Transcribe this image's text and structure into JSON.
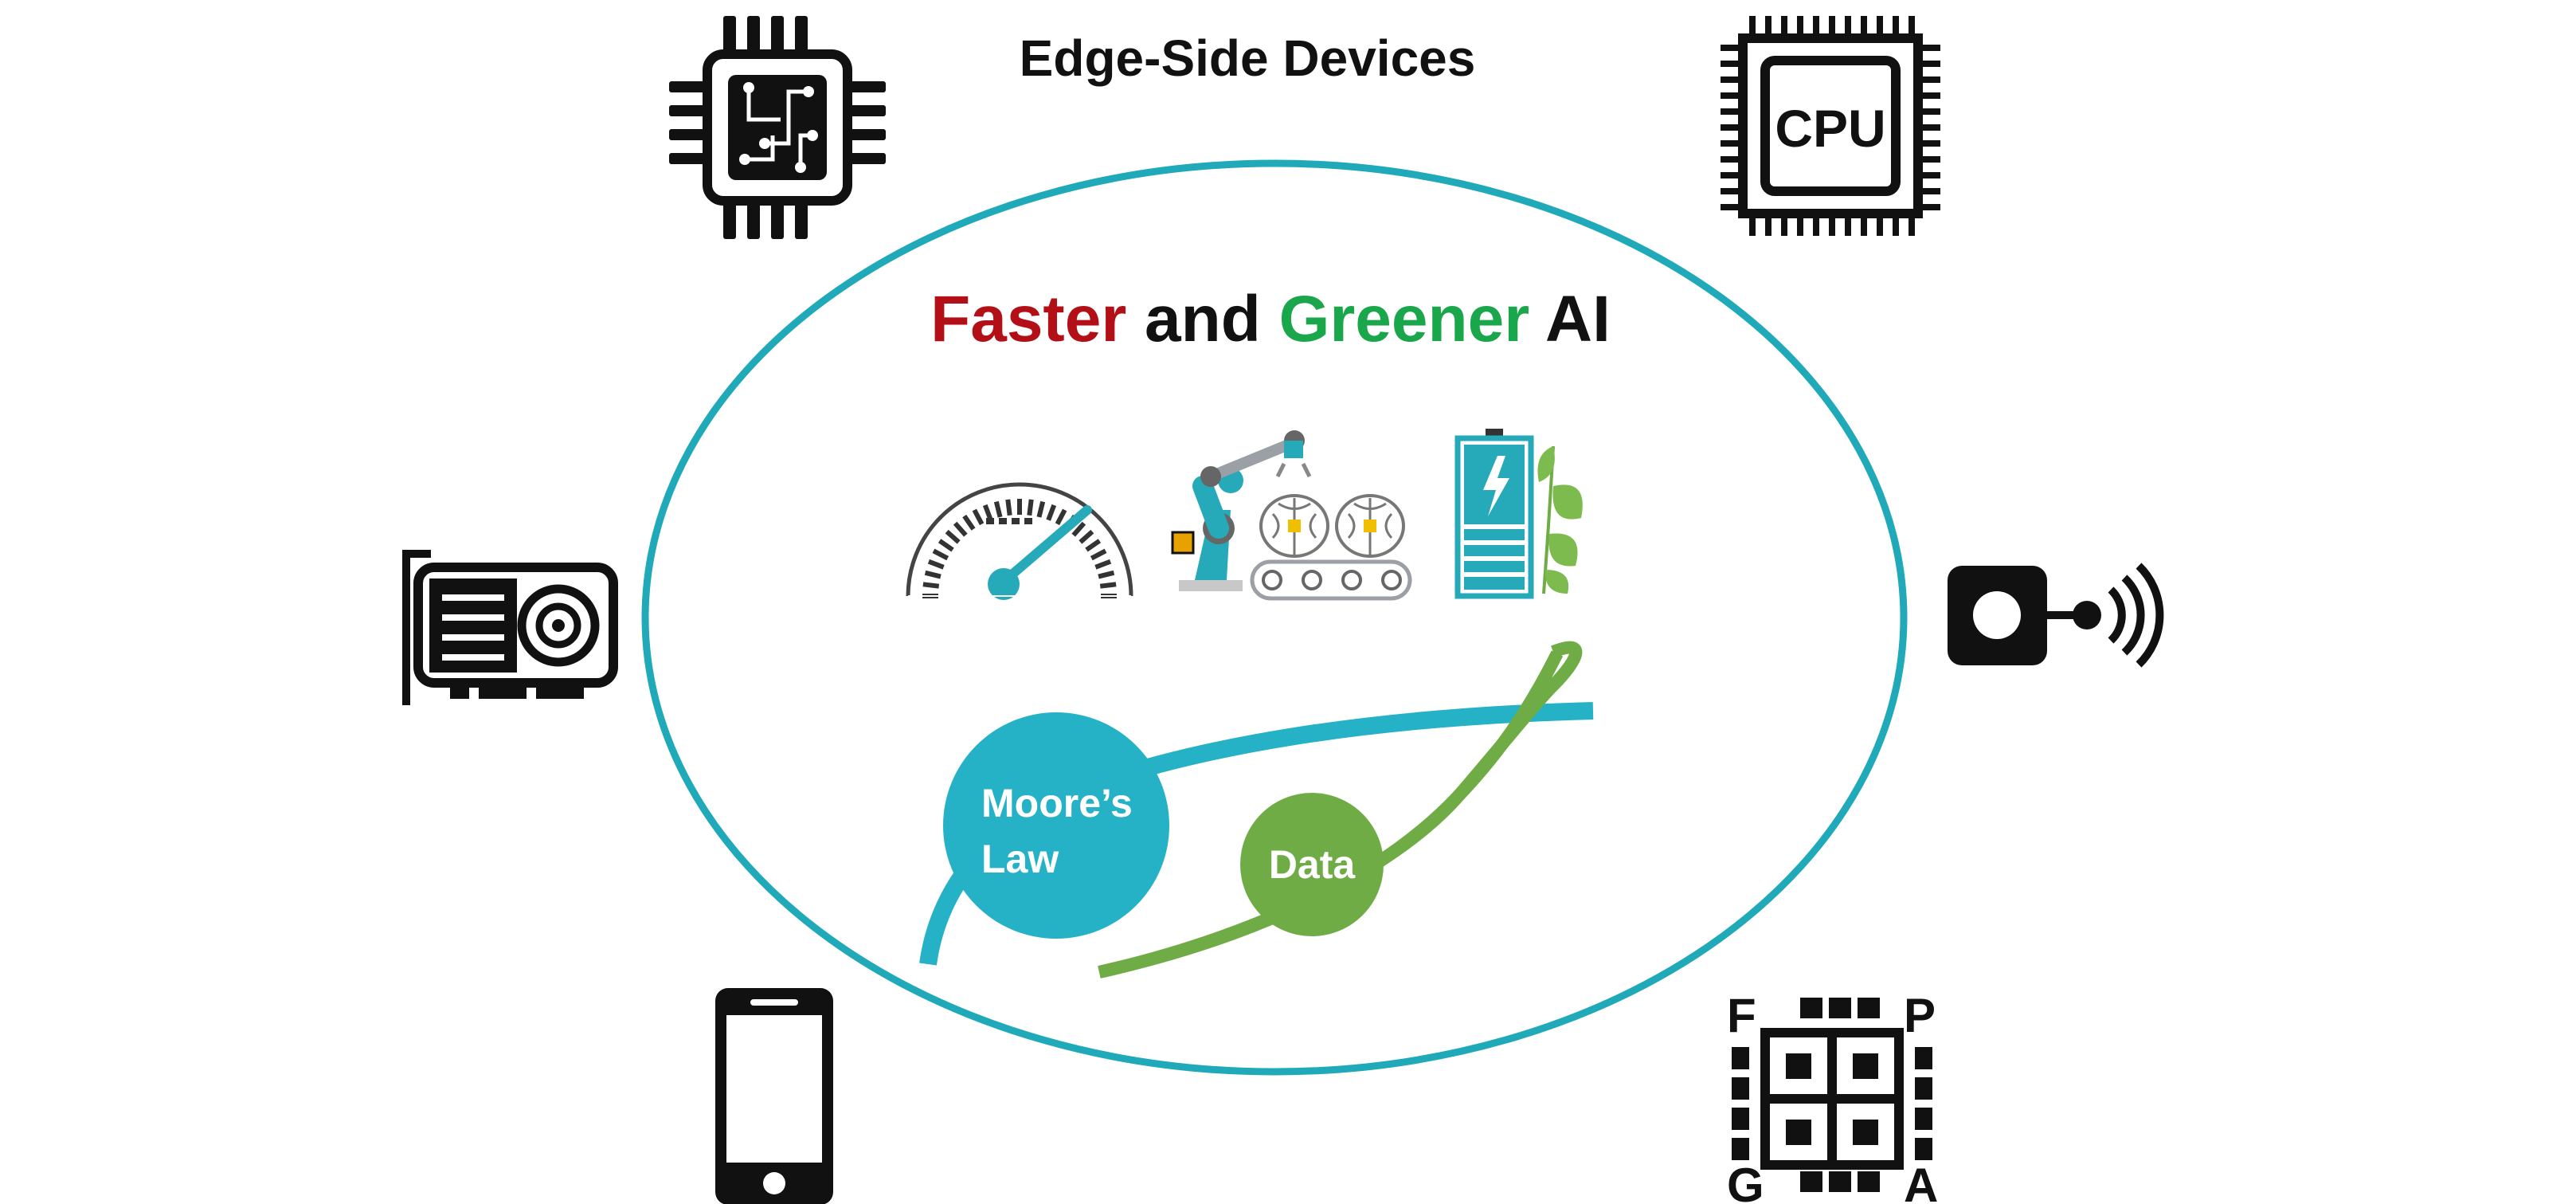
{
  "header": {
    "title": "Edge-Side Devices"
  },
  "center": {
    "title_word1": "Faster",
    "title_word2": " and ",
    "title_word3": "Greener",
    "title_word4": " AI"
  },
  "curves": {
    "moores_law_label_line1": "Moore’s",
    "moores_law_label_line2": "Law",
    "data_label": "Data"
  },
  "icons": {
    "cpu_label": "CPU",
    "fpga_letters": [
      "F",
      "P",
      "G",
      "A"
    ]
  },
  "colors": {
    "red": "#b21016",
    "green": "#1aa64a",
    "teal": "#26b2c6",
    "ellipse": "#1fa9b9",
    "curve_green": "#6fac46",
    "icon_dark": "#111111"
  }
}
